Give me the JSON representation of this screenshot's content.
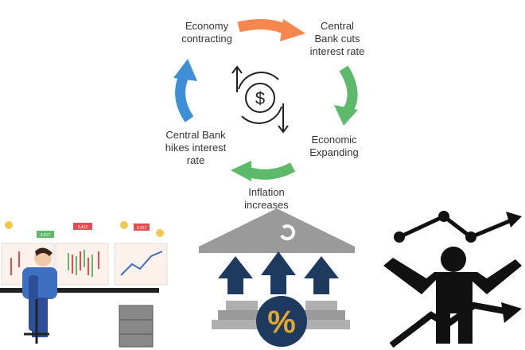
{
  "cycle": {
    "steps": [
      {
        "id": "contract",
        "label": "Economy\ncontracting"
      },
      {
        "id": "cuts",
        "label": "Central\nBank cuts\ninterest rate"
      },
      {
        "id": "expand",
        "label": "Economic\nExpanding"
      },
      {
        "id": "inflate",
        "label": "Inflation\nincreases"
      },
      {
        "id": "hikes",
        "label": "Central Bank\nhikes interest\nrate"
      }
    ],
    "center_symbol": "$",
    "arrow_colors": {
      "orange": "#f5874f",
      "green": "#5cba6a",
      "blue": "#3e8fd8"
    }
  },
  "illustrations": {
    "bank_symbol": "%",
    "trader_tags": [
      "3,417",
      "3,412",
      "3,417"
    ],
    "colors": {
      "bank_navy": "#1f3a5f",
      "bank_gray": "#9a9a9a",
      "percent_gold": "#e3a52d",
      "trader_blue": "#3f6fbf",
      "silhouette": "#111111"
    },
    "icons": [
      "dollar-cycle-icon",
      "bank-percent-icon",
      "trader-desk-icon",
      "shrugging-person-chart-icon"
    ]
  }
}
